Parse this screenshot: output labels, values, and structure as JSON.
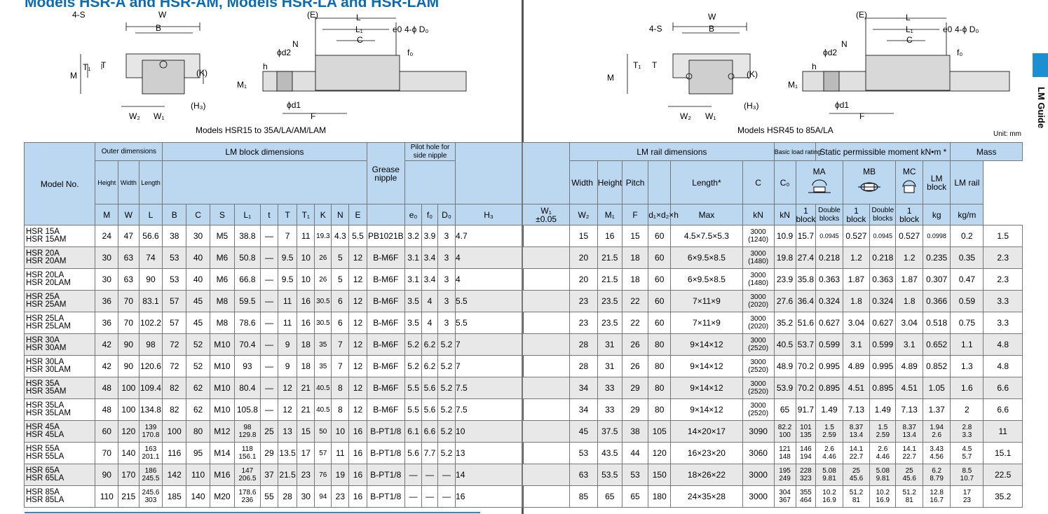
{
  "title": "Models HSR-A and HSR-AM, Models HSR-LA and HSR-LAM",
  "captions": {
    "left": "Models HSR15 to 35A/LA/AM/LAM",
    "right": "Models HSR45 to 85A/LA"
  },
  "unit": "Unit: mm",
  "side_label": "LM Guide",
  "diagram_labels": {
    "W": "W",
    "B": "B",
    "S4": "4-S",
    "M": "M",
    "T1": "T₁",
    "T": "T",
    "K": "(K)",
    "H3": "(H₃)",
    "W2": "W₂",
    "W1": "W₁",
    "E": "(E)",
    "L": "L",
    "L1": "L₁",
    "C": "C",
    "e0": "e0",
    "D0": "4-ϕ D₀",
    "N": "N",
    "d2": "ϕd2",
    "f0": "f₀",
    "h": "h",
    "M1": "M₁",
    "d1": "ϕd1",
    "F": "F"
  },
  "colors": {
    "title": "#0a6cb9",
    "header_bg": "#bcd8f0",
    "row_alt": "#e8e8e8",
    "tab": "#1b8fd2"
  },
  "left_header": {
    "model_no": "Model No.",
    "outer": "Outer dimensions",
    "block": "LM block dimensions",
    "pilot": "Pilot hole for side nipple",
    "height": "Height",
    "width": "Width",
    "length": "Length",
    "grease": "Grease nipple",
    "cols": [
      "M",
      "W",
      "L",
      "B",
      "C",
      "S",
      "L₁",
      "t",
      "T",
      "T₁",
      "K",
      "N",
      "E",
      "e₀",
      "f₀",
      "D₀",
      "H₃"
    ]
  },
  "right_header": {
    "rail": "LM rail dimensions",
    "basic": "Basic load rating",
    "moment": "Static permissible moment kN•m *",
    "mass": "Mass",
    "width": "Width",
    "height": "Height",
    "pitch": "Pitch",
    "length": "Length*",
    "C": "C",
    "C0": "C₀",
    "MA": "MA",
    "MB": "MB",
    "MC": "MC",
    "lm_block": "LM block",
    "lm_rail": "LM rail",
    "W1": "W₁",
    "W1_tol": "±0.05",
    "W2": "W₂",
    "M1": "M₁",
    "F": "F",
    "d": "d₁×d₂×h",
    "max": "Max",
    "kN": "kN",
    "one_block": "1 block",
    "double_blocks": "Double blocks",
    "kg": "kg",
    "kgm": "kg/m"
  },
  "rows": [
    {
      "model": [
        "HSR 15A",
        "HSR 15AM"
      ],
      "M": "24",
      "W": "47",
      "L": [
        "56.6"
      ],
      "B": "38",
      "C": "30",
      "S": "M5",
      "L1": [
        "38.8"
      ],
      "t": "—",
      "T": "7",
      "T1": "11",
      "K": "19.3",
      "N": "4.3",
      "E": "5.5",
      "grease": "PB1021B",
      "e0": "3.2",
      "f0": "3.9",
      "D0": "3",
      "H3": "4.7",
      "W1": "15",
      "W2": "16",
      "M1": "15",
      "F": "60",
      "d": "4.5×7.5×5.3",
      "len": [
        "3000",
        "(1240)"
      ],
      "Cd": [
        "10.9"
      ],
      "C0": [
        "15.7"
      ],
      "MA1": [
        "0.0945"
      ],
      "MA2": [
        "0.527"
      ],
      "MB1": [
        "0.0945"
      ],
      "MB2": [
        "0.527"
      ],
      "MC": [
        "0.0998"
      ],
      "mblock": [
        "0.2"
      ],
      "mrail": "1.5"
    },
    {
      "model": [
        "HSR 20A",
        "HSR 20AM"
      ],
      "M": "30",
      "W": "63",
      "L": [
        "74"
      ],
      "B": "53",
      "C": "40",
      "S": "M6",
      "L1": [
        "50.8"
      ],
      "t": "—",
      "T": "9.5",
      "T1": "10",
      "K": "26",
      "N": "5",
      "E": "12",
      "grease": "B-M6F",
      "e0": "3.1",
      "f0": "3.4",
      "D0": "3",
      "H3": "4",
      "W1": "20",
      "W2": "21.5",
      "M1": "18",
      "F": "60",
      "d": "6×9.5×8.5",
      "len": [
        "3000",
        "(1480)"
      ],
      "Cd": [
        "19.8"
      ],
      "C0": [
        "27.4"
      ],
      "MA1": [
        "0.218"
      ],
      "MA2": [
        "1.2"
      ],
      "MB1": [
        "0.218"
      ],
      "MB2": [
        "1.2"
      ],
      "MC": [
        "0.235"
      ],
      "mblock": [
        "0.35"
      ],
      "mrail": "2.3"
    },
    {
      "model": [
        "HSR 20LA",
        "HSR 20LAM"
      ],
      "M": "30",
      "W": "63",
      "L": [
        "90"
      ],
      "B": "53",
      "C": "40",
      "S": "M6",
      "L1": [
        "66.8"
      ],
      "t": "—",
      "T": "9.5",
      "T1": "10",
      "K": "26",
      "N": "5",
      "E": "12",
      "grease": "B-M6F",
      "e0": "3.1",
      "f0": "3.4",
      "D0": "3",
      "H3": "4",
      "W1": "20",
      "W2": "21.5",
      "M1": "18",
      "F": "60",
      "d": "6×9.5×8.5",
      "len": [
        "3000",
        "(1480)"
      ],
      "Cd": [
        "23.9"
      ],
      "C0": [
        "35.8"
      ],
      "MA1": [
        "0.363"
      ],
      "MA2": [
        "1.87"
      ],
      "MB1": [
        "0.363"
      ],
      "MB2": [
        "1.87"
      ],
      "MC": [
        "0.307"
      ],
      "mblock": [
        "0.47"
      ],
      "mrail": "2.3"
    },
    {
      "model": [
        "HSR 25A",
        "HSR 25AM"
      ],
      "M": "36",
      "W": "70",
      "L": [
        "83.1"
      ],
      "B": "57",
      "C": "45",
      "S": "M8",
      "L1": [
        "59.5"
      ],
      "t": "—",
      "T": "11",
      "T1": "16",
      "K": "30.5",
      "N": "6",
      "E": "12",
      "grease": "B-M6F",
      "e0": "3.5",
      "f0": "4",
      "D0": "3",
      "H3": "5.5",
      "W1": "23",
      "W2": "23.5",
      "M1": "22",
      "F": "60",
      "d": "7×11×9",
      "len": [
        "3000",
        "(2020)"
      ],
      "Cd": [
        "27.6"
      ],
      "C0": [
        "36.4"
      ],
      "MA1": [
        "0.324"
      ],
      "MA2": [
        "1.8"
      ],
      "MB1": [
        "0.324"
      ],
      "MB2": [
        "1.8"
      ],
      "MC": [
        "0.366"
      ],
      "mblock": [
        "0.59"
      ],
      "mrail": "3.3"
    },
    {
      "model": [
        "HSR 25LA",
        "HSR 25LAM"
      ],
      "M": "36",
      "W": "70",
      "L": [
        "102.2"
      ],
      "B": "57",
      "C": "45",
      "S": "M8",
      "L1": [
        "78.6"
      ],
      "t": "—",
      "T": "11",
      "T1": "16",
      "K": "30.5",
      "N": "6",
      "E": "12",
      "grease": "B-M6F",
      "e0": "3.5",
      "f0": "4",
      "D0": "3",
      "H3": "5.5",
      "W1": "23",
      "W2": "23.5",
      "M1": "22",
      "F": "60",
      "d": "7×11×9",
      "len": [
        "3000",
        "(2020)"
      ],
      "Cd": [
        "35.2"
      ],
      "C0": [
        "51.6"
      ],
      "MA1": [
        "0.627"
      ],
      "MA2": [
        "3.04"
      ],
      "MB1": [
        "0.627"
      ],
      "MB2": [
        "3.04"
      ],
      "MC": [
        "0.518"
      ],
      "mblock": [
        "0.75"
      ],
      "mrail": "3.3"
    },
    {
      "model": [
        "HSR 30A",
        "HSR 30AM"
      ],
      "M": "42",
      "W": "90",
      "L": [
        "98"
      ],
      "B": "72",
      "C": "52",
      "S": "M10",
      "L1": [
        "70.4"
      ],
      "t": "—",
      "T": "9",
      "T1": "18",
      "K": "35",
      "N": "7",
      "E": "12",
      "grease": "B-M6F",
      "e0": "5.2",
      "f0": "6.2",
      "D0": "5.2",
      "H3": "7",
      "W1": "28",
      "W2": "31",
      "M1": "26",
      "F": "80",
      "d": "9×14×12",
      "len": [
        "3000",
        "(2520)"
      ],
      "Cd": [
        "40.5"
      ],
      "C0": [
        "53.7"
      ],
      "MA1": [
        "0.599"
      ],
      "MA2": [
        "3.1"
      ],
      "MB1": [
        "0.599"
      ],
      "MB2": [
        "3.1"
      ],
      "MC": [
        "0.652"
      ],
      "mblock": [
        "1.1"
      ],
      "mrail": "4.8"
    },
    {
      "model": [
        "HSR 30LA",
        "HSR 30LAM"
      ],
      "M": "42",
      "W": "90",
      "L": [
        "120.6"
      ],
      "B": "72",
      "C": "52",
      "S": "M10",
      "L1": [
        "93"
      ],
      "t": "—",
      "T": "9",
      "T1": "18",
      "K": "35",
      "N": "7",
      "E": "12",
      "grease": "B-M6F",
      "e0": "5.2",
      "f0": "6.2",
      "D0": "5.2",
      "H3": "7",
      "W1": "28",
      "W2": "31",
      "M1": "26",
      "F": "80",
      "d": "9×14×12",
      "len": [
        "3000",
        "(2520)"
      ],
      "Cd": [
        "48.9"
      ],
      "C0": [
        "70.2"
      ],
      "MA1": [
        "0.995"
      ],
      "MA2": [
        "4.89"
      ],
      "MB1": [
        "0.995"
      ],
      "MB2": [
        "4.89"
      ],
      "MC": [
        "0.852"
      ],
      "mblock": [
        "1.3"
      ],
      "mrail": "4.8"
    },
    {
      "model": [
        "HSR 35A",
        "HSR 35AM"
      ],
      "M": "48",
      "W": "100",
      "L": [
        "109.4"
      ],
      "B": "82",
      "C": "62",
      "S": "M10",
      "L1": [
        "80.4"
      ],
      "t": "—",
      "T": "12",
      "T1": "21",
      "K": "40.5",
      "N": "8",
      "E": "12",
      "grease": "B-M6F",
      "e0": "5.5",
      "f0": "5.6",
      "D0": "5.2",
      "H3": "7.5",
      "W1": "34",
      "W2": "33",
      "M1": "29",
      "F": "80",
      "d": "9×14×12",
      "len": [
        "3000",
        "(2520)"
      ],
      "Cd": [
        "53.9"
      ],
      "C0": [
        "70.2"
      ],
      "MA1": [
        "0.895"
      ],
      "MA2": [
        "4.51"
      ],
      "MB1": [
        "0.895"
      ],
      "MB2": [
        "4.51"
      ],
      "MC": [
        "1.05"
      ],
      "mblock": [
        "1.6"
      ],
      "mrail": "6.6"
    },
    {
      "model": [
        "HSR 35LA",
        "HSR 35LAM"
      ],
      "M": "48",
      "W": "100",
      "L": [
        "134.8"
      ],
      "B": "82",
      "C": "62",
      "S": "M10",
      "L1": [
        "105.8"
      ],
      "t": "—",
      "T": "12",
      "T1": "21",
      "K": "40.5",
      "N": "8",
      "E": "12",
      "grease": "B-M6F",
      "e0": "5.5",
      "f0": "5.6",
      "D0": "5.2",
      "H3": "7.5",
      "W1": "34",
      "W2": "33",
      "M1": "29",
      "F": "80",
      "d": "9×14×12",
      "len": [
        "3000",
        "(2520)"
      ],
      "Cd": [
        "65"
      ],
      "C0": [
        "91.7"
      ],
      "MA1": [
        "1.49"
      ],
      "MA2": [
        "7.13"
      ],
      "MB1": [
        "1.49"
      ],
      "MB2": [
        "7.13"
      ],
      "MC": [
        "1.37"
      ],
      "mblock": [
        "2"
      ],
      "mrail": "6.6"
    },
    {
      "model": [
        "HSR 45A",
        "HSR 45LA"
      ],
      "M": "60",
      "W": "120",
      "L": [
        "139",
        "170.8"
      ],
      "B": "100",
      "C": "80",
      "S": "M12",
      "L1": [
        "98",
        "129.8"
      ],
      "t": "25",
      "T": "13",
      "T1": "15",
      "K": "50",
      "N": "10",
      "E": "16",
      "grease": "B-PT1/8",
      "e0": "6.1",
      "f0": "6.6",
      "D0": "5.2",
      "H3": "10",
      "W1": "45",
      "W2": "37.5",
      "M1": "38",
      "F": "105",
      "d": "14×20×17",
      "len": [
        "3090"
      ],
      "Cd": [
        "82.2",
        "100"
      ],
      "C0": [
        "101",
        "135"
      ],
      "MA1": [
        "1.5",
        "2.59"
      ],
      "MA2": [
        "8.37",
        "13.4"
      ],
      "MB1": [
        "1.5",
        "2.59"
      ],
      "MB2": [
        "8.37",
        "13.4"
      ],
      "MC": [
        "1.94",
        "2.6"
      ],
      "mblock": [
        "2.8",
        "3.3"
      ],
      "mrail": "11"
    },
    {
      "model": [
        "HSR 55A",
        "HSR 55LA"
      ],
      "M": "70",
      "W": "140",
      "L": [
        "163",
        "201.1"
      ],
      "B": "116",
      "C": "95",
      "S": "M14",
      "L1": [
        "118",
        "156.1"
      ],
      "t": "29",
      "T": "13.5",
      "T1": "17",
      "K": "57",
      "N": "11",
      "E": "16",
      "grease": "B-PT1/8",
      "e0": "5.6",
      "f0": "7.7",
      "D0": "5.2",
      "H3": "13",
      "W1": "53",
      "W2": "43.5",
      "M1": "44",
      "F": "120",
      "d": "16×23×20",
      "len": [
        "3060"
      ],
      "Cd": [
        "121",
        "148"
      ],
      "C0": [
        "146",
        "194"
      ],
      "MA1": [
        "2.6",
        "4.46"
      ],
      "MA2": [
        "14.1",
        "22.7"
      ],
      "MB1": [
        "2.6",
        "4.46"
      ],
      "MB2": [
        "14.1",
        "22.7"
      ],
      "MC": [
        "3.43",
        "4.56"
      ],
      "mblock": [
        "4.5",
        "5.7"
      ],
      "mrail": "15.1"
    },
    {
      "model": [
        "HSR 65A",
        "HSR 65LA"
      ],
      "M": "90",
      "W": "170",
      "L": [
        "186",
        "245.5"
      ],
      "B": "142",
      "C": "110",
      "S": "M16",
      "L1": [
        "147",
        "206.5"
      ],
      "t": "37",
      "T": "21.5",
      "T1": "23",
      "K": "76",
      "N": "19",
      "E": "16",
      "grease": "B-PT1/8",
      "e0": "—",
      "f0": "—",
      "D0": "—",
      "H3": "14",
      "W1": "63",
      "W2": "53.5",
      "M1": "53",
      "F": "150",
      "d": "18×26×22",
      "len": [
        "3000"
      ],
      "Cd": [
        "195",
        "249"
      ],
      "C0": [
        "228",
        "323"
      ],
      "MA1": [
        "5.08",
        "9.81"
      ],
      "MA2": [
        "25",
        "45.6"
      ],
      "MB1": [
        "5.08",
        "9.81"
      ],
      "MB2": [
        "25",
        "45.6"
      ],
      "MC": [
        "6.2",
        "8.79"
      ],
      "mblock": [
        "8.5",
        "10.7"
      ],
      "mrail": "22.5"
    },
    {
      "model": [
        "HSR 85A",
        "HSR 85LA"
      ],
      "M": "110",
      "W": "215",
      "L": [
        "245.6",
        "303"
      ],
      "B": "185",
      "C": "140",
      "S": "M20",
      "L1": [
        "178.6",
        "236"
      ],
      "t": "55",
      "T": "28",
      "T1": "30",
      "K": "94",
      "N": "23",
      "E": "16",
      "grease": "B-PT1/8",
      "e0": "—",
      "f0": "—",
      "D0": "—",
      "H3": "16",
      "W1": "85",
      "W2": "65",
      "M1": "65",
      "F": "180",
      "d": "24×35×28",
      "len": [
        "3000"
      ],
      "Cd": [
        "304",
        "367"
      ],
      "C0": [
        "355",
        "464"
      ],
      "MA1": [
        "10.2",
        "16.9"
      ],
      "MA2": [
        "51.2",
        "81"
      ],
      "MB1": [
        "10.2",
        "16.9"
      ],
      "MB2": [
        "51.2",
        "81"
      ],
      "MC": [
        "12.8",
        "16.7"
      ],
      "mblock": [
        "17",
        "23"
      ],
      "mrail": "35.2"
    }
  ]
}
